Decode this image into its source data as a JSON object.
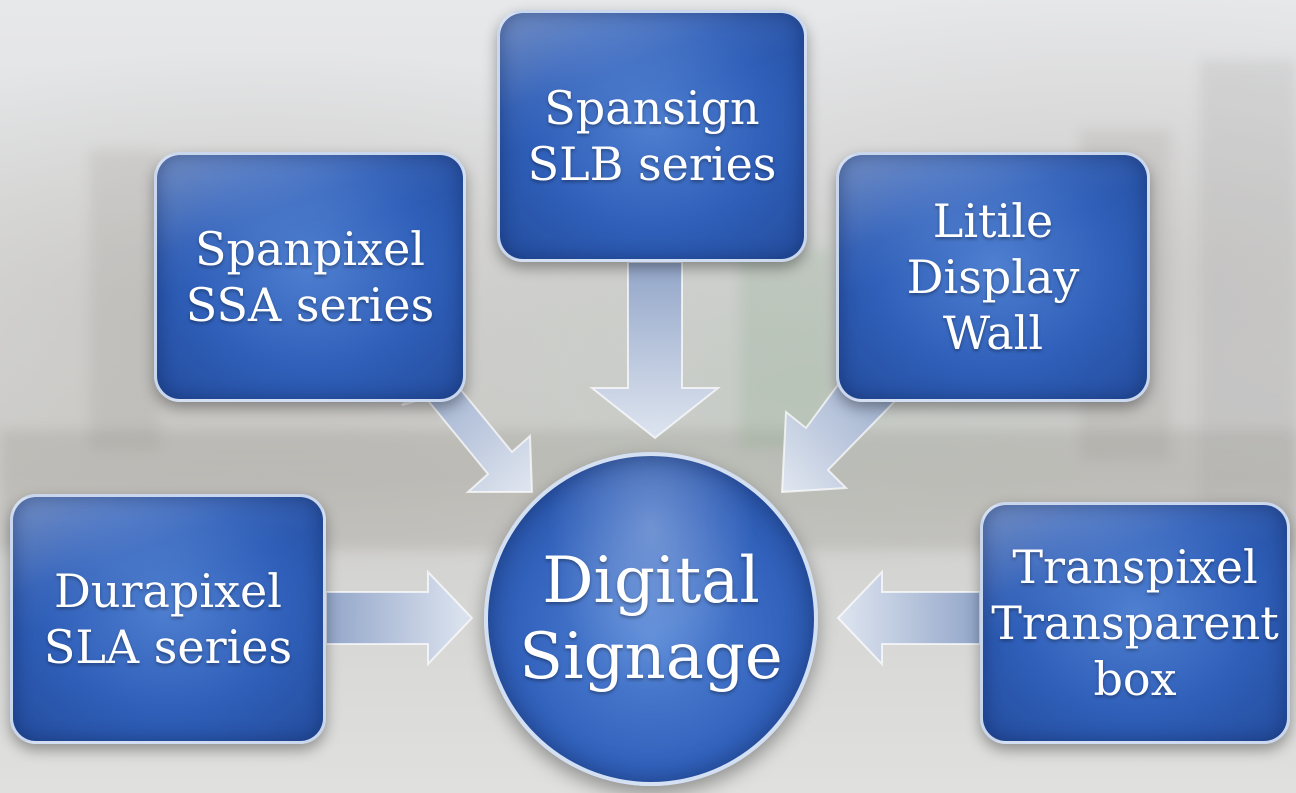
{
  "center": {
    "line1": "Digital",
    "line2": "Signage"
  },
  "nodes": [
    {
      "id": "spansign",
      "lines": [
        "Spansign",
        "SLB series"
      ]
    },
    {
      "id": "spanpixel",
      "lines": [
        "Spanpixel",
        "SSA series"
      ]
    },
    {
      "id": "litile",
      "lines": [
        "Litile",
        "Display",
        "Wall"
      ]
    },
    {
      "id": "durapixel",
      "lines": [
        "Durapixel",
        "SLA series"
      ]
    },
    {
      "id": "transpixel",
      "lines": [
        "Transpixel",
        "Transparent",
        "box"
      ]
    }
  ],
  "colors": {
    "node_fill": "#3a69c2",
    "node_border": "#e6eefa",
    "arrow_fill": "#b9c6de",
    "text": "#ffffff"
  }
}
